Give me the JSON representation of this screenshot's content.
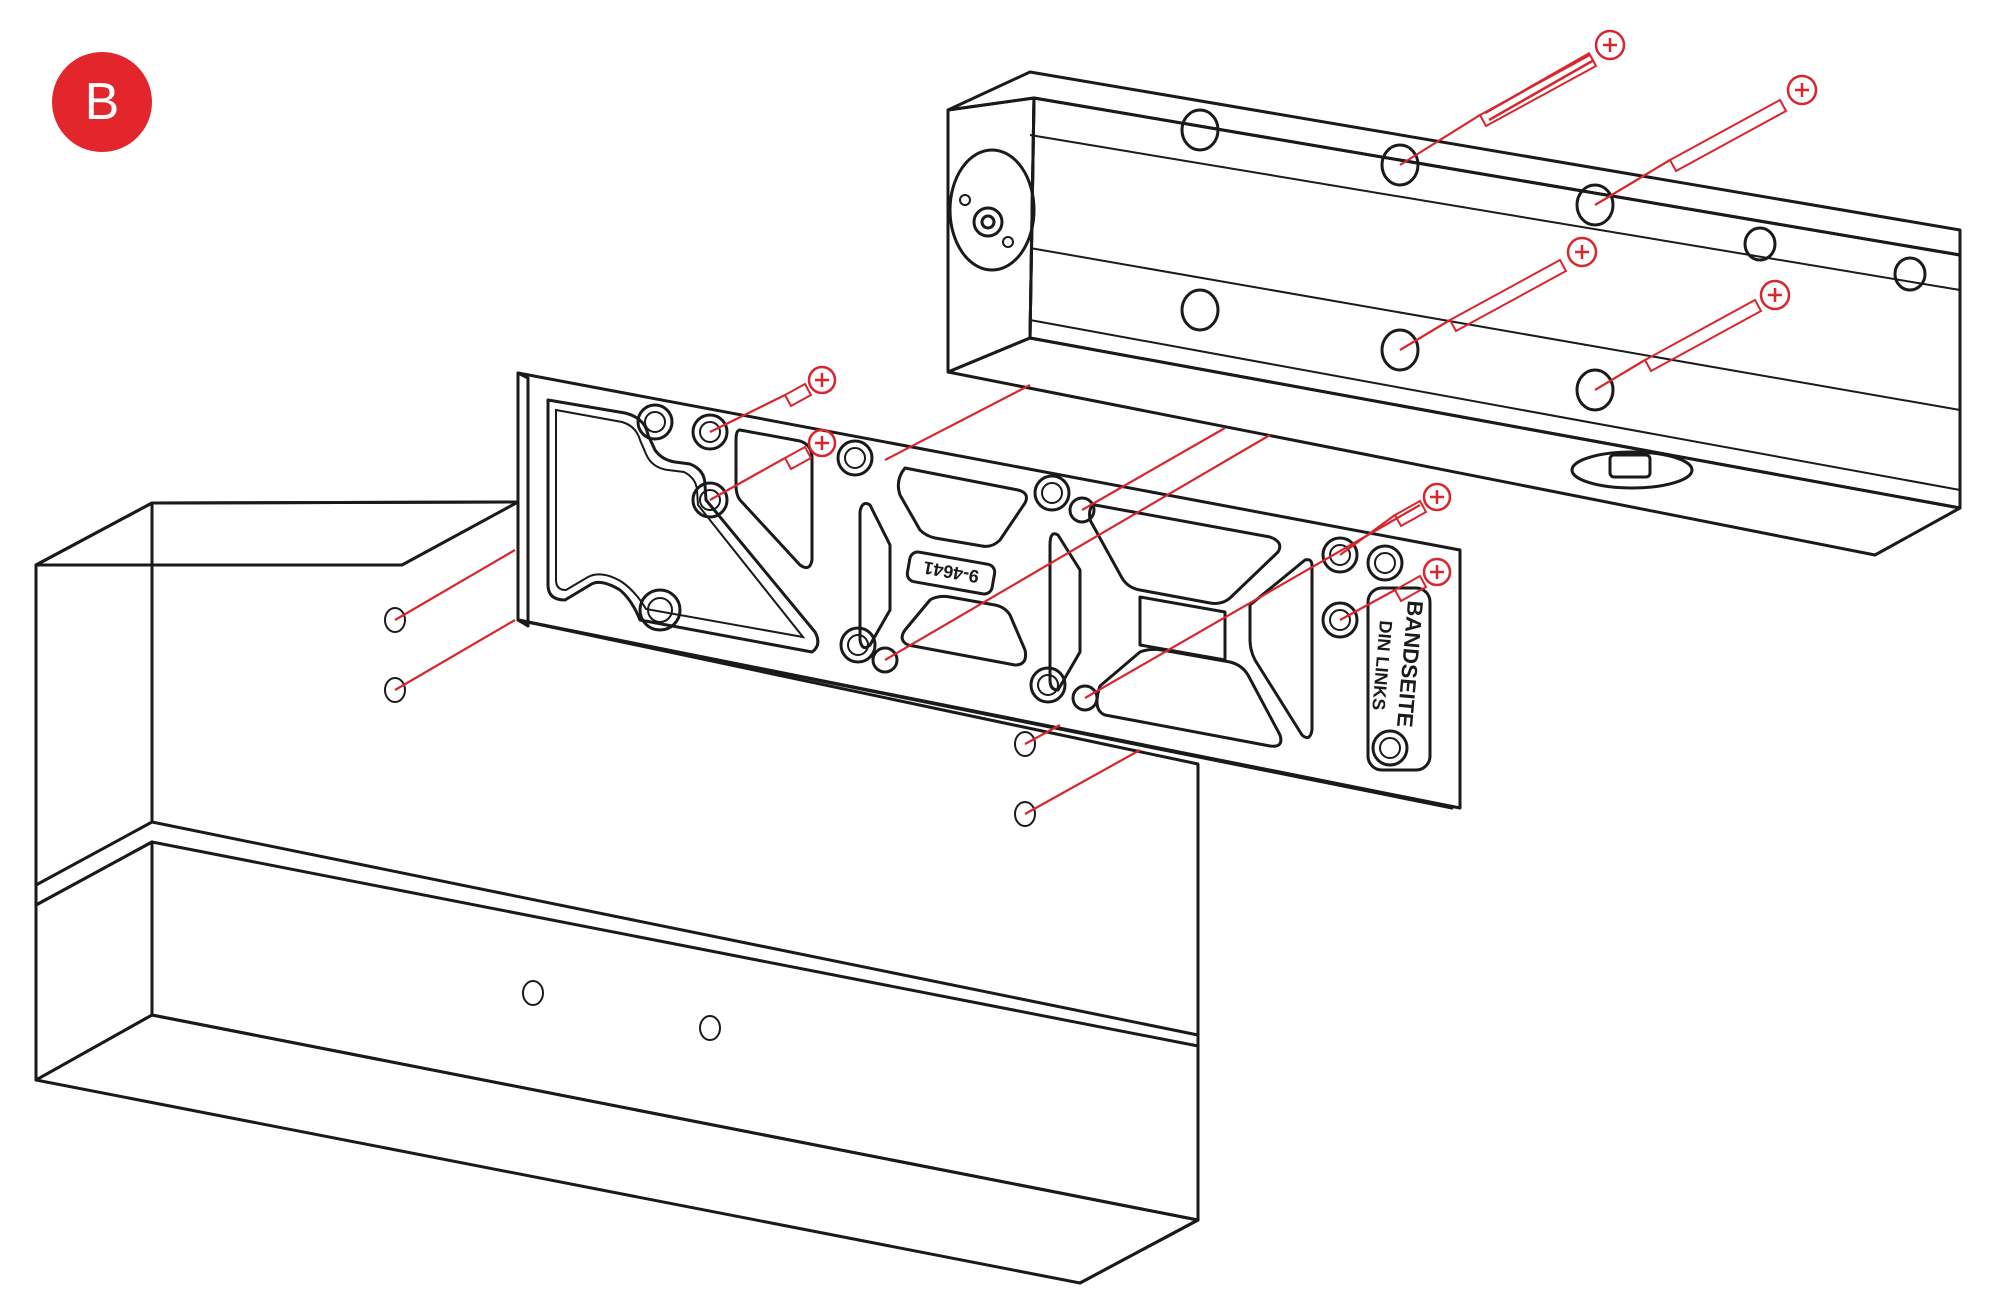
{
  "step": {
    "label": "B"
  },
  "plate": {
    "code": "9-4641",
    "label_line1": "BANDSEITE",
    "label_line2": "DIN LINKS"
  },
  "colors": {
    "accent": "#e3262b",
    "wall": "#ebe9e3",
    "line": "#1a1a1a"
  }
}
